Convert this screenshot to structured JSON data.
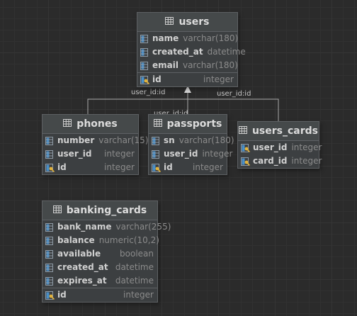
{
  "colors": {
    "background": "#2b2b2b",
    "table_fill": "#3c3f41",
    "header_fill": "#45494a",
    "border": "#5e6164",
    "column_icon": "#4a8fc8",
    "key_icon": "#e2b23a",
    "connector": "#a9a9a9"
  },
  "tables": [
    {
      "id": "users",
      "name": "users",
      "icon": "table-icon",
      "columns": [
        {
          "name": "name",
          "type": "varchar(180)",
          "icon": "column-icon"
        },
        {
          "name": "created_at",
          "type": "datetime",
          "icon": "column-icon"
        },
        {
          "name": "email",
          "type": "varchar(180)",
          "icon": "column-icon"
        },
        {
          "name": "id",
          "type": "integer",
          "icon": "primary-key-icon",
          "pk": true
        }
      ]
    },
    {
      "id": "phones",
      "name": "phones",
      "icon": "table-icon",
      "columns": [
        {
          "name": "number",
          "type": "varchar(15)",
          "icon": "column-icon"
        },
        {
          "name": "user_id",
          "type": "integer",
          "icon": "column-icon"
        },
        {
          "name": "id",
          "type": "integer",
          "icon": "primary-key-icon"
        }
      ]
    },
    {
      "id": "passports",
      "name": "passports",
      "icon": "table-icon",
      "columns": [
        {
          "name": "sn",
          "type": "varchar(180)",
          "icon": "column-icon"
        },
        {
          "name": "user_id",
          "type": "integer",
          "icon": "column-icon"
        },
        {
          "name": "id",
          "type": "integer",
          "icon": "primary-key-icon"
        }
      ]
    },
    {
      "id": "users_cards",
      "name": "users_cards",
      "icon": "table-icon",
      "columns": [
        {
          "name": "user_id",
          "type": "integer",
          "icon": "primary-key-icon"
        },
        {
          "name": "card_id",
          "type": "integer",
          "icon": "primary-key-icon"
        }
      ]
    },
    {
      "id": "banking_cards",
      "name": "banking_cards",
      "icon": "table-icon",
      "columns": [
        {
          "name": "bank_name",
          "type": "varchar(255)",
          "icon": "column-icon"
        },
        {
          "name": "balance",
          "type": "numeric(10,2)",
          "icon": "column-icon"
        },
        {
          "name": "available",
          "type": "boolean",
          "icon": "column-icon"
        },
        {
          "name": "created_at",
          "type": "datetime",
          "icon": "column-icon"
        },
        {
          "name": "expires_at",
          "type": "datetime",
          "icon": "column-icon"
        },
        {
          "name": "id",
          "type": "integer",
          "icon": "primary-key-icon",
          "pk": true
        }
      ]
    }
  ],
  "relations": [
    {
      "id": "phones-users",
      "from": "phones",
      "to": "users",
      "label": "user_id:id"
    },
    {
      "id": "passports-users",
      "from": "passports",
      "to": "users",
      "label": "user_id:id"
    },
    {
      "id": "users_cards-users",
      "from": "users_cards",
      "to": "users",
      "label": "user_id:id"
    }
  ]
}
